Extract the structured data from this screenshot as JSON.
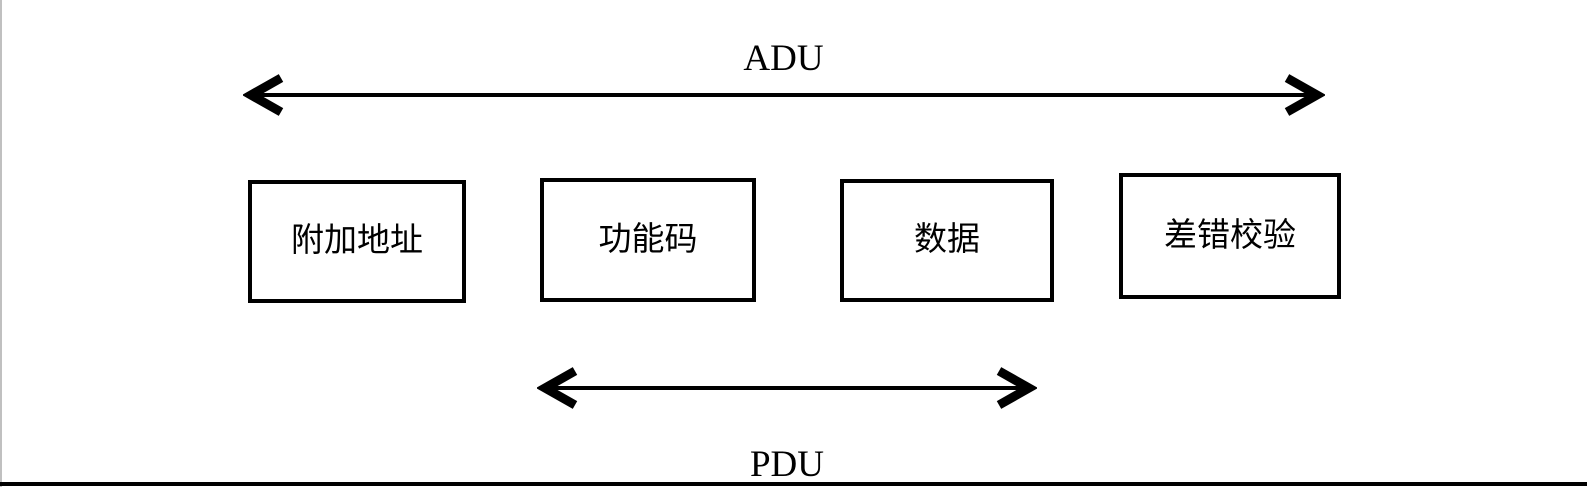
{
  "diagram": {
    "adu_label": "ADU",
    "pdu_label": "PDU",
    "boxes": [
      {
        "label": "附加地址"
      },
      {
        "label": "功能码"
      },
      {
        "label": "数据"
      },
      {
        "label": "差错校验"
      }
    ],
    "colors": {
      "line": "#000000",
      "background": "#ffffff",
      "page_edge": "#c0c0c0"
    }
  }
}
